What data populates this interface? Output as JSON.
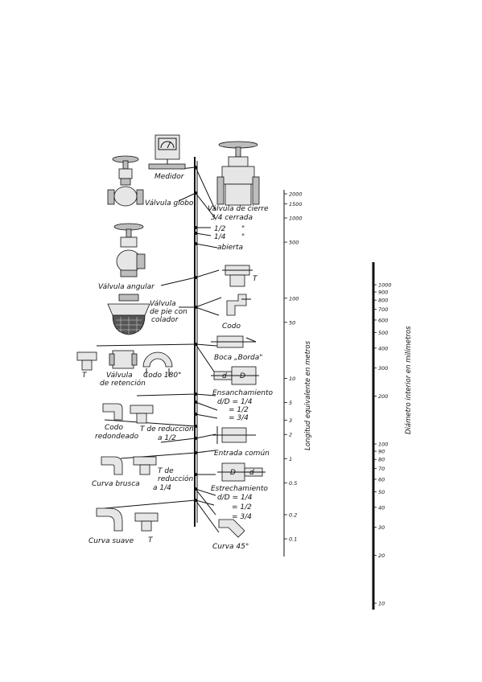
{
  "fittings": {
    "medidor": "Medidor",
    "valvula_globo": "Válvula globo",
    "valvula_cierre_1": "Válvula de cierre",
    "valvula_cierre_2": "3/4 cerrada",
    "valvula_half": "1/2",
    "valvula_quarter": "1/4",
    "ditto_1": "\"",
    "ditto_2": "\"",
    "valvula_abierta": "abierta",
    "valvula_angular": "Válvula angular",
    "t_upper": "T",
    "valvula_pie_1": "Válvula",
    "valvula_pie_2": "de pie con",
    "valvula_pie_3": "colador",
    "codo": "Codo",
    "boca_borda": "Boca „Borda\"",
    "t_left": "T",
    "valvula_retencion_1": "Válvula",
    "valvula_retencion_2": "de retención",
    "codo_180": "Codo 180°",
    "ensanchamiento": "Ensanchamiento",
    "d_label_1": "d",
    "D_label_1": "D",
    "ens_ratio_1": "d/D = 1/4",
    "ens_ratio_2": "= 1/2",
    "ens_ratio_3": "= 3/4",
    "codo_redondeado_1": "Codo",
    "codo_redondeado_2": "redondeado",
    "t_reduccion_half_1": "T de reducción",
    "t_reduccion_half_2": "a 1/2",
    "entrada_comun": "Entrada común",
    "curva_brusca": "Curva brusca",
    "t_reduccion_quarter_1": "T de",
    "t_reduccion_quarter_2": "reducción",
    "t_reduccion_quarter_3": "a 1/4",
    "estrechamiento": "Estrechamiento",
    "D_label_2": "D",
    "d_label_2": "d",
    "est_ratio_1": "d/D = 1/4",
    "est_ratio_2": "= 1/2",
    "est_ratio_3": "= 3/4",
    "curva_suave": "Curva suave",
    "t_bottom": "T",
    "curva_45": "Curva 45°"
  },
  "length_scale": {
    "title": "Longitud equivalente en metros",
    "ticks": [
      {
        "label": "2000",
        "value": 2000
      },
      {
        "label": "1500",
        "value": 1500
      },
      {
        "label": "1000",
        "value": 1000
      },
      {
        "label": "500",
        "value": 500
      },
      {
        "label": "100",
        "value": 100
      },
      {
        "label": "50",
        "value": 50
      },
      {
        "label": "10",
        "value": 10
      },
      {
        "label": "5",
        "value": 5
      },
      {
        "label": "3",
        "value": 3
      },
      {
        "label": "2",
        "value": 2
      },
      {
        "label": "1",
        "value": 1
      },
      {
        "label": "0.5",
        "value": 0.5
      },
      {
        "label": "0.2",
        "value": 0.2
      },
      {
        "label": "0.1",
        "value": 0.1
      }
    ]
  },
  "diameter_scale": {
    "title": "Diámetro interior en milímetros",
    "ticks": [
      {
        "label": "1000",
        "value": 1000
      },
      {
        "label": "900",
        "value": 900
      },
      {
        "label": "800",
        "value": 800
      },
      {
        "label": "700",
        "value": 700
      },
      {
        "label": "600",
        "value": 600
      },
      {
        "label": "500",
        "value": 500
      },
      {
        "label": "400",
        "value": 400
      },
      {
        "label": "300",
        "value": 300
      },
      {
        "label": "200",
        "value": 200
      },
      {
        "label": "100",
        "value": 100
      },
      {
        "label": "90",
        "value": 90
      },
      {
        "label": "80",
        "value": 80
      },
      {
        "label": "70",
        "value": 70
      },
      {
        "label": "60",
        "value": 60
      },
      {
        "label": "50",
        "value": 50
      },
      {
        "label": "40",
        "value": 40
      },
      {
        "label": "30",
        "value": 30
      },
      {
        "label": "20",
        "value": 20
      },
      {
        "label": "10",
        "value": 10
      }
    ]
  }
}
